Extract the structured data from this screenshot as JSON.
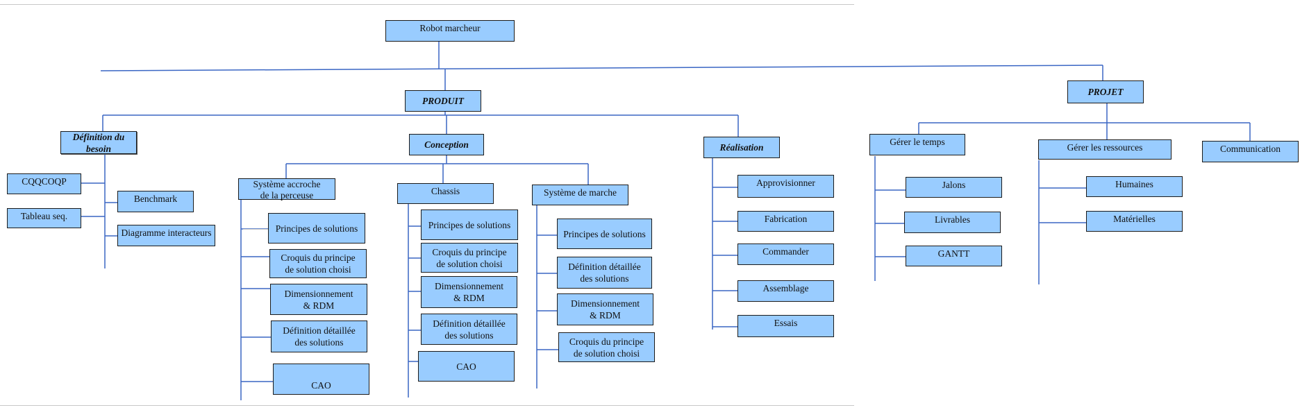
{
  "diagram": {
    "root": "Robot marcheur",
    "produit": {
      "label": "PRODUIT",
      "definition": {
        "label": "Définition du besoin",
        "items": [
          "CQQCOQP",
          "Tableau seq.",
          "Benchmark",
          "Diagramme interacteurs"
        ]
      },
      "conception": {
        "label": "Conception",
        "accroche": {
          "label": "Système accroche\nde la perceuse",
          "items": [
            "Principes de solutions",
            "Croquis du principe\nde solution choisi",
            "Dimensionnement\n& RDM",
            "Définition détaillée\ndes solutions",
            "CAO"
          ]
        },
        "chassis": {
          "label": "Chassis",
          "items": [
            "Principes de solutions",
            "Croquis du principe\nde solution choisi",
            "Dimensionnement\n& RDM",
            "Définition détaillée\ndes solutions",
            "CAO"
          ]
        },
        "marche": {
          "label": "Système de marche",
          "items": [
            "Principes de solutions",
            "Définition détaillée\ndes solutions",
            "Dimensionnement\n& RDM",
            "Croquis du principe\nde solution choisi"
          ]
        }
      },
      "realisation": {
        "label": "Réalisation",
        "items": [
          "Approvisionner",
          "Fabrication",
          "Commander",
          "Assemblage",
          "Essais"
        ]
      }
    },
    "projet": {
      "label": "PROJET",
      "temps": {
        "label": "Gérer le temps",
        "items": [
          "Jalons",
          "Livrables",
          "GANTT"
        ]
      },
      "ressources": {
        "label": "Gérer les ressources",
        "items": [
          "Humaines",
          "Matérielles"
        ]
      },
      "communication": "Communication"
    }
  }
}
